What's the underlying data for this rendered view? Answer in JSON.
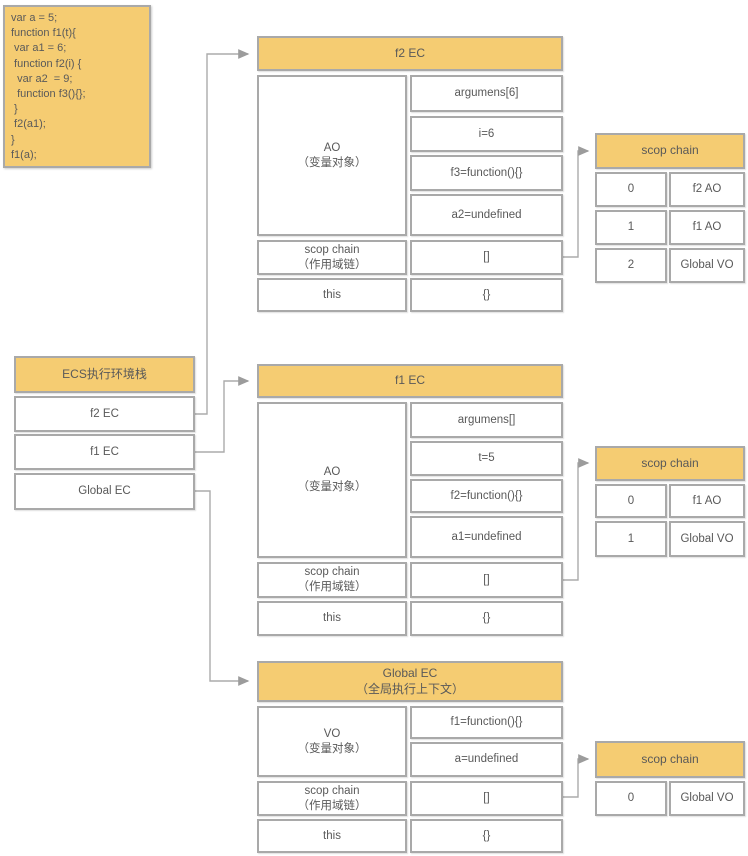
{
  "colors": {
    "header_fill": "#f5cc72",
    "border": "#a9a9a9",
    "text": "#595959",
    "connector": "#ababab",
    "background": "#ffffff"
  },
  "code_block": {
    "text": "var a = 5;\nfunction f1(t){\n var a1 = 6;\n function f2(i) {\n  var a2  = 9;\n  function f3(){};\n }\n f2(a1);\n}\nf1(a);"
  },
  "ecs_stack": {
    "title": "ECS执行环境栈",
    "items": [
      "f2 EC",
      "f1 EC",
      "Global EC"
    ]
  },
  "ec_f2": {
    "title": "f2 EC",
    "ao_label": "AO",
    "ao_note": "（变量对象）",
    "entries": [
      "argumens[6]",
      "i=6",
      "f3=function(){}",
      "a2=undefined"
    ],
    "scope_label": "scop chain",
    "scope_note": "（作用域链）",
    "scope_value": "[]",
    "this_label": "this",
    "this_value": "{}"
  },
  "ec_f1": {
    "title": "f1 EC",
    "ao_label": "AO",
    "ao_note": "（变量对象）",
    "entries": [
      "argumens[]",
      "t=5",
      "f2=function(){}",
      "a1=undefined"
    ],
    "scope_label": "scop chain",
    "scope_note": "（作用域链）",
    "scope_value": "[]",
    "this_label": "this",
    "this_value": "{}"
  },
  "ec_global": {
    "title": "Global EC",
    "subtitle": "（全局执行上下文）",
    "ao_label": "VO",
    "ao_note": "（变量对象）",
    "entries": [
      "f1=function(){}",
      "a=undefined"
    ],
    "scope_label": "scop chain",
    "scope_note": "（作用域链）",
    "scope_value": "[]",
    "this_label": "this",
    "this_value": "{}"
  },
  "scope_chain_f2": {
    "title": "scop chain",
    "rows": [
      [
        "0",
        "f2  AO"
      ],
      [
        "1",
        "f1 AO"
      ],
      [
        "2",
        "Global VO"
      ]
    ]
  },
  "scope_chain_f1": {
    "title": "scop chain",
    "rows": [
      [
        "0",
        "f1  AO"
      ],
      [
        "1",
        "Global VO"
      ]
    ]
  },
  "scope_chain_global": {
    "title": "scop chain",
    "rows": [
      [
        "0",
        "Global VO"
      ]
    ]
  }
}
